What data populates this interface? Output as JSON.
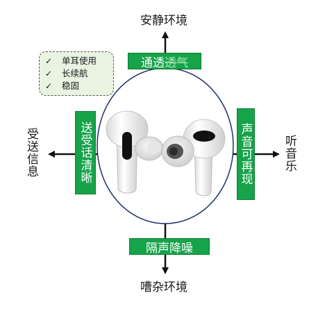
{
  "top_label": "安静环境",
  "bottom_label": "嘈杂环境",
  "left_label": "受送信息",
  "right_label": "听音乐",
  "top_box": {
    "text": "通透",
    "text_faded": "透气"
  },
  "bottom_box": "隔声降噪",
  "left_box": "送受话清晰",
  "right_box": "声音可再现",
  "features": [
    {
      "icon": "✓",
      "text": "单耳使用"
    },
    {
      "icon": "✓",
      "text": "长续航"
    },
    {
      "icon": "✓",
      "text": "稳固"
    }
  ],
  "colors": {
    "accent_green": "#16a34a",
    "feature_bg": "#e8f3e2",
    "ellipse_stroke": "#1f2d6b"
  }
}
